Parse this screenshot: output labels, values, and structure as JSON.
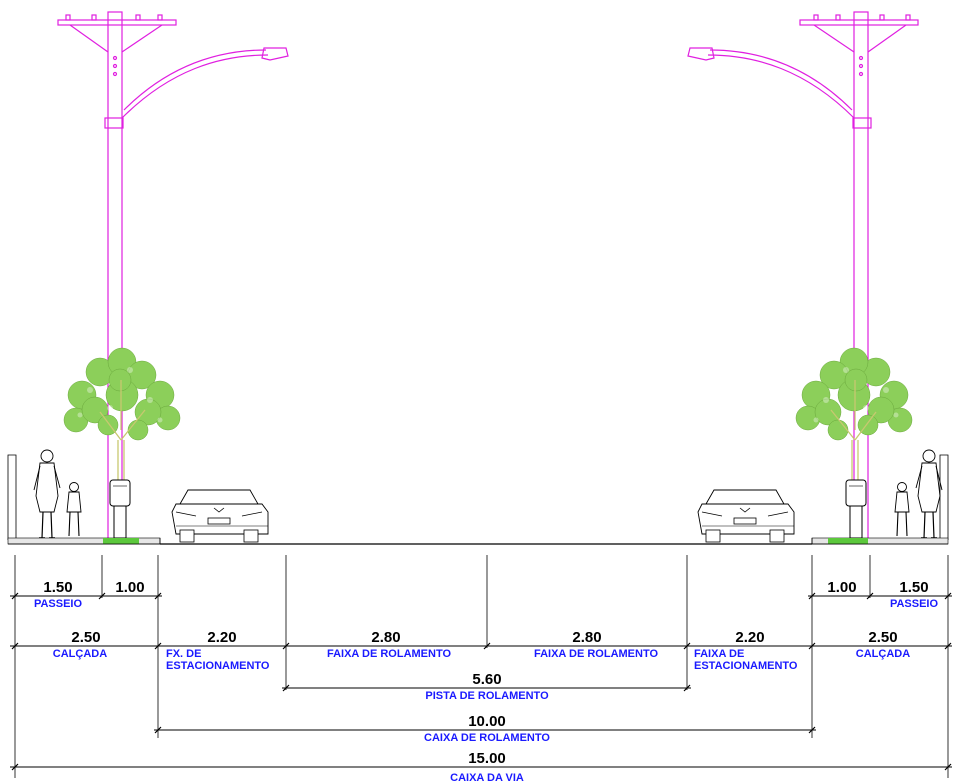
{
  "colors": {
    "pole": "#e020e0",
    "tree_leaf": "#8ccf5a",
    "tree_trunk": "#c8c870",
    "label_blue": "#1a1aff",
    "ground": "#000000",
    "grass": "#5cc83c"
  },
  "icons": [
    "street-light-pole-icon",
    "tree-icon",
    "pedestrian-icon",
    "car-front-icon",
    "trash-bin-icon"
  ],
  "dimensions": {
    "passeio_left": {
      "value": "1.50",
      "label": "PASSEIO"
    },
    "strip_left": {
      "value": "1.00"
    },
    "calcada_left": {
      "value": "2.50",
      "label": "CALÇADA"
    },
    "estac_left": {
      "value": "2.20",
      "label_line1": "FX. DE",
      "label_line2": "ESTACIONAMENTO"
    },
    "faixa_1": {
      "value": "2.80",
      "label": "FAIXA DE ROLAMENTO"
    },
    "faixa_2": {
      "value": "2.80",
      "label": "FAIXA DE ROLAMENTO"
    },
    "estac_right": {
      "value": "2.20",
      "label_line1": "FAIXA DE",
      "label_line2": "ESTACIONAMENTO"
    },
    "calcada_right": {
      "value": "2.50",
      "label": "CALÇADA"
    },
    "strip_right": {
      "value": "1.00"
    },
    "passeio_right": {
      "value": "1.50",
      "label": "PASSEIO"
    },
    "pista": {
      "value": "5.60",
      "label": "PISTA DE ROLAMENTO"
    },
    "caixa_rolamento": {
      "value": "10.00",
      "label": "CAIXA DE ROLAMENTO"
    },
    "caixa_via": {
      "value": "15.00",
      "label": "CAIXA DA VIA"
    }
  }
}
